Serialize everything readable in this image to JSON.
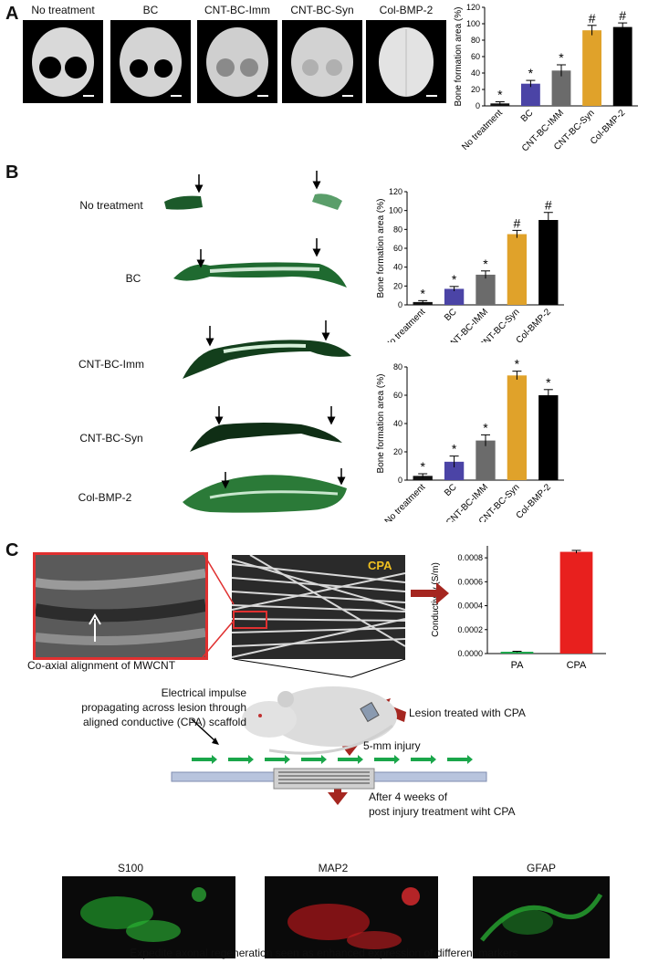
{
  "panels": {
    "a": "A",
    "b": "B",
    "c": "C"
  },
  "panel_a": {
    "image_labels": [
      "No treatment",
      "BC",
      "CNT-BC-Imm",
      "CNT-BC-Syn",
      "Col-BMP-2"
    ]
  },
  "panel_b": {
    "image_labels": [
      "No treatment",
      "BC",
      "CNT-BC-Imm",
      "CNT-BC-Syn",
      "Col-BMP-2"
    ]
  },
  "panel_c": {
    "annotations": {
      "cpa_image_label": "CPA",
      "alignment_caption": "Co-axial alignment of MWCNT",
      "impulse_line1": "Electrical impulse",
      "impulse_line2": "propagating across lesion through",
      "impulse_line3": "aligned conductive (CPA) scaffold",
      "lesion": "Lesion treated with CPA",
      "injury": "5-mm injury",
      "after_line1": "After 4 weeks of",
      "after_line2": "post injury treatment wiht CPA",
      "bottom_caption": "Expedite axonal regeneration seen as enhanced expression of different markers"
    },
    "fluor_labels": [
      "S100",
      "MAP2",
      "GFAP"
    ]
  },
  "colors": {
    "no_treatment": "#111111",
    "bc": "#4b44a6",
    "cnt_bc_imm": "#6b6b6b",
    "cnt_bc_syn": "#e0a22a",
    "col_bmp2": "#000000",
    "pa": "#1aa64a",
    "cpa": "#e8201e",
    "red_arrow": "#a52620",
    "green_arrow": "#1aa64a"
  },
  "chart_data": [
    {
      "id": "chartA",
      "type": "bar",
      "ylabel": "Bone formation area (%)",
      "ylim": [
        0,
        120
      ],
      "yticks": [
        0,
        20,
        40,
        60,
        80,
        100,
        120
      ],
      "categories": [
        "No treatment",
        "BC",
        "CNT-BC-IMM",
        "CNT-BC-Syn",
        "Col-BMP-2"
      ],
      "values": [
        3,
        27,
        43,
        92,
        96
      ],
      "errors": [
        2,
        4,
        7,
        6,
        5
      ],
      "marks": [
        "*",
        "*",
        "*",
        "#",
        "#"
      ]
    },
    {
      "id": "chartB1",
      "type": "bar",
      "ylabel": "Bone formation area (%)",
      "ylim": [
        0,
        120
      ],
      "yticks": [
        0,
        20,
        40,
        60,
        80,
        100,
        120
      ],
      "categories": [
        "No treatment",
        "BC",
        "CNT-BC-IMM",
        "CNT-BC-Syn",
        "Col-BMP-2"
      ],
      "values": [
        3,
        17,
        32,
        75,
        90
      ],
      "errors": [
        1.5,
        2.5,
        4,
        4,
        8
      ],
      "marks": [
        "*",
        "*",
        "*",
        "#",
        "#"
      ]
    },
    {
      "id": "chartB2",
      "type": "bar",
      "ylabel": "Bone formation area (%)",
      "ylim": [
        0,
        80
      ],
      "yticks": [
        0,
        20,
        40,
        60,
        80
      ],
      "categories": [
        "No treatment",
        "BC",
        "CNT-BC-IMM",
        "CNT-BC-Syn",
        "Col-BMP-2"
      ],
      "values": [
        3,
        13,
        28,
        74,
        60
      ],
      "errors": [
        1.5,
        4,
        4,
        3,
        4
      ],
      "marks": [
        "*",
        "*",
        "*",
        "*",
        "*"
      ]
    },
    {
      "id": "chartC",
      "type": "bar",
      "ylabel": "Conductivity (S/m)",
      "ylim": [
        0,
        0.0009
      ],
      "yticks": [
        0.0,
        0.0002,
        0.0004,
        0.0006,
        0.0008
      ],
      "ytick_labels": [
        "0.0000",
        "0.0002",
        "0.0004",
        "0.0006",
        "0.0008"
      ],
      "categories": [
        "PA",
        "CPA"
      ],
      "values": [
        1.5e-05,
        0.00085
      ],
      "errors": [
        4e-06,
        1.2e-05
      ],
      "marks": [
        "",
        ""
      ]
    }
  ]
}
